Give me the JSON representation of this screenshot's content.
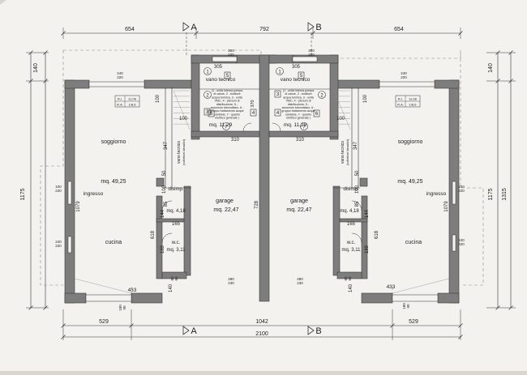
{
  "colors": {
    "paper": "#f3f2ef",
    "background": "#d9d6cf",
    "wall": "#7d7d7d",
    "wall_edge": "#3a3a3a",
    "line": "#333333",
    "thin": "#8a8a8a",
    "text": "#1f1f1f"
  },
  "dimensions": {
    "top_left": "654",
    "top_center": "792",
    "top_right": "654",
    "left_upper": "140",
    "left_main": "1175",
    "right_upper": "140",
    "right_main": "1175",
    "right_total": "1315",
    "bottom_left": "529",
    "bottom_center": "1042",
    "bottom_right": "529",
    "bottom_total": "2100"
  },
  "section_marks": {
    "top_a": "A",
    "top_b": "B",
    "bottom_a": "A",
    "bottom_b": "B"
  },
  "rooms": {
    "left": {
      "vano_title": "vano tecnico",
      "vano_desc": [
        "(1 - unità interna pompa",
        "di calore, 2 - bollitore",
        "acqua termica, 3 - unità",
        "VMC, 4 - plenum di",
        "distribuzione, 5 -",
        "accumulo fotovoltaico, 6 -",
        "gruppo trattamento acque",
        "sanitarie, 7 - quadro",
        "elettrico generale )"
      ],
      "vano_area": "mq. 11,29",
      "vano_vertical": [
        "vano tecnico",
        "(collettori idraulici)"
      ],
      "soggiorno": "soggiorno",
      "main_area": "mq. 49,25",
      "ingresso": "ingresso",
      "cucina": "cucina",
      "disimp": "disimp.",
      "bath_area": "mq. 4,18",
      "wc": "w.c.",
      "wc_area": "mq. 3,11",
      "garage": "garage",
      "garage_area": "mq. 22,47"
    },
    "right": {
      "vano_title": "vano tecnico",
      "vano_desc": [
        "(1 - unità interna pompa",
        "di calore, 2 - bollitore",
        "acqua termica, 3 - unità",
        "VMC, 4 - plenum di",
        "distribuzione, 5 -",
        "accumulo fotovoltaico, 6 -",
        "gruppo trattamento acque",
        "sanitarie, 7 - quadro",
        "elettrico generale )"
      ],
      "vano_area": "mq. 11,29",
      "vano_vertical": [
        "vano tecnico",
        "(collettori idraulici)"
      ],
      "soggiorno": "soggiorno",
      "main_area": "mq. 49,25",
      "ingresso": "ingresso",
      "cucina": "cucina",
      "disimp": "disimp.",
      "bath_area": "mq. 4,18",
      "wc": "w.c.",
      "wc_area": "mq. 3,11",
      "garage": "garage",
      "garage_area": "mq. 22,47"
    }
  },
  "equipment_numbers": [
    "1",
    "2",
    "3",
    "4",
    "5",
    "6",
    "7"
  ],
  "inner_dims": {
    "d305": "305",
    "d310": "310",
    "d370": "370",
    "d100": "100",
    "d347": "347",
    "d50": "50",
    "d728": "728",
    "d1079": "1079",
    "d618": "618",
    "d165": "165",
    "d144": "144",
    "d189": "189",
    "d85": "85",
    "d433": "433",
    "d140": "140"
  },
  "openings": {
    "window_top": [
      "240",
      "220"
    ],
    "window_vano": [
      "300",
      "220"
    ],
    "window_left_a": [
      "100",
      "220"
    ],
    "window_left_b": [
      "240",
      "220"
    ],
    "window_garage": [
      "280",
      "230"
    ],
    "window_wc": [
      "80",
      "60"
    ],
    "door_bottom": [
      "180",
      "90"
    ],
    "window_right_a": [
      "100",
      "220"
    ],
    "window_right_b": [
      "240",
      "220"
    ]
  },
  "legend_box": {
    "row1": [
      "R.I.",
      "11,08"
    ],
    "row2": [
      "R.A.",
      "1/8,6"
    ]
  }
}
